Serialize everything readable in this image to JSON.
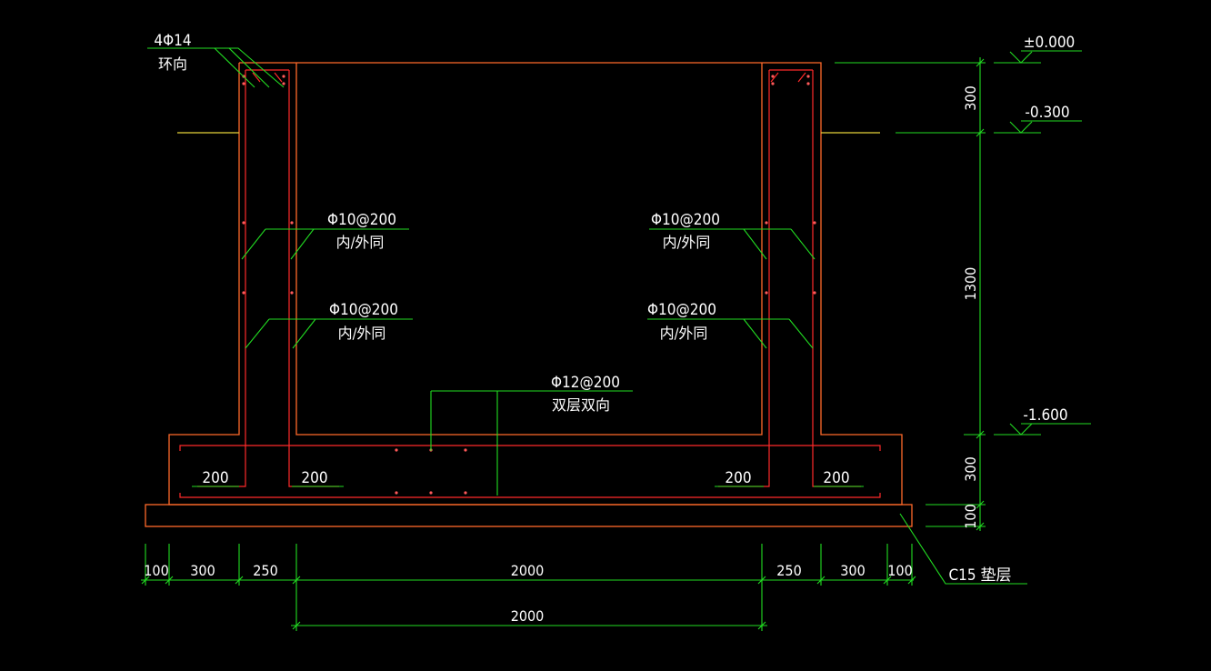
{
  "colors": {
    "background": "#000000",
    "concrete_outline": "#ff6a2a",
    "rebar": "#ff2a2a",
    "dimension": "#22dd22",
    "ground": "#e6d23a",
    "text": "#ffffff"
  },
  "rebar_labels": {
    "ring": {
      "spec": "4Φ14",
      "note": "环向"
    },
    "left_upper": {
      "spec": "Φ10@200",
      "note": "内/外同"
    },
    "left_lower": {
      "spec": "Φ10@200",
      "note": "内/外同"
    },
    "right_upper": {
      "spec": "Φ10@200",
      "note": "内/外同"
    },
    "right_lower": {
      "spec": "Φ10@200",
      "note": "内/外同"
    },
    "slab": {
      "spec": "Φ12@200",
      "note": "双层双向"
    }
  },
  "anchorage": [
    "200",
    "200",
    "200",
    "200"
  ],
  "elevations": [
    "±0.000",
    "-0.300",
    "-1.600"
  ],
  "vertical_dims": [
    "300",
    "1300",
    "300",
    "100"
  ],
  "horizontal_dims": [
    "100",
    "300",
    "250",
    "2000",
    "250",
    "300",
    "100"
  ],
  "overall_dim": "2000",
  "cushion_label": "C15 垫层"
}
